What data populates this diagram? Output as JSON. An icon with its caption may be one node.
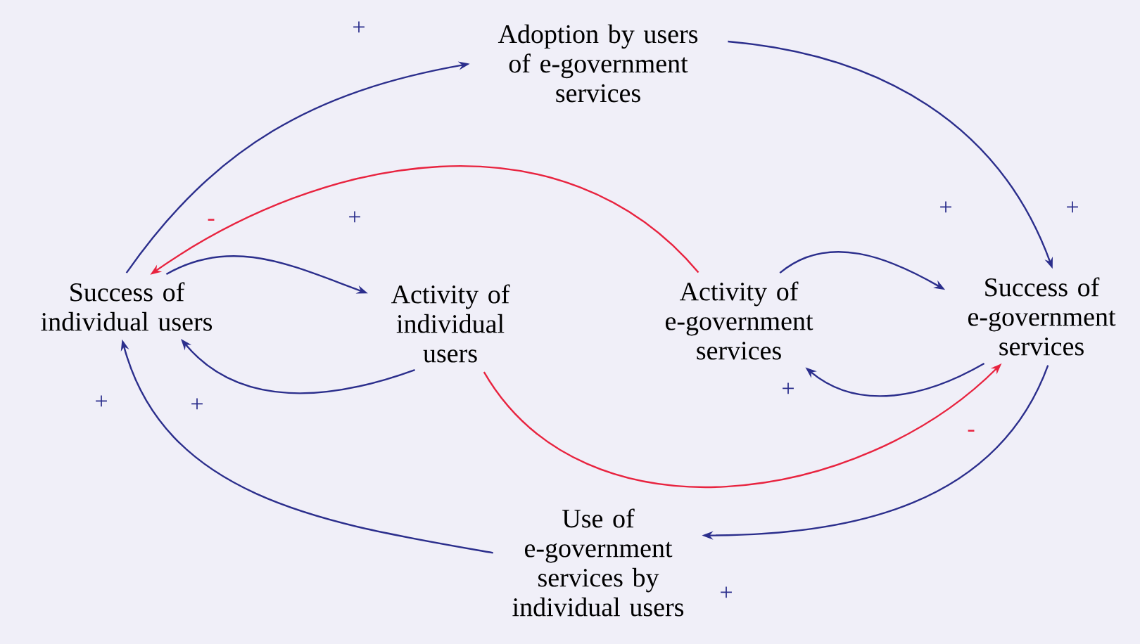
{
  "diagram": {
    "nodes": [
      {
        "text": [
          "Adoption by users of e-government services"
        ]
      },
      {
        "text": [
          "Success of individual users"
        ]
      },
      {
        "text": [
          "Activity of individual users"
        ]
      },
      {
        "text": [
          "Activity of e-government services"
        ]
      },
      {
        "text": [
          "Success of e-government services"
        ]
      },
      {
        "text": [
          "Use of e-government services by individual users"
        ]
      }
    ],
    "edges": [
      {
        "from": 1,
        "to": 0,
        "arrow": "to",
        "label": "+"
      },
      {
        "from": 0,
        "to": 4,
        "arrow": "to",
        "label": "+"
      },
      {
        "from": 3,
        "to": 1,
        "arrow": "to",
        "label": "-",
        "color": "#e8233f"
      },
      {
        "from": 1,
        "to": 2,
        "arrow": "to",
        "label": "+"
      },
      {
        "from": 2,
        "to": 1,
        "arrow": "to",
        "label": "+"
      },
      {
        "from": 3,
        "to": 4,
        "arrow": "to",
        "label": "+"
      },
      {
        "from": 4,
        "to": 3,
        "arrow": "to",
        "label": "+"
      },
      {
        "from": 2,
        "to": 4,
        "arrow": "to",
        "label": "-",
        "color": "#e8233f"
      },
      {
        "from": 4,
        "to": 5,
        "arrow": "to",
        "label": "+"
      },
      {
        "from": 5,
        "to": 1,
        "arrow": "to",
        "label": "+"
      }
    ]
  }
}
